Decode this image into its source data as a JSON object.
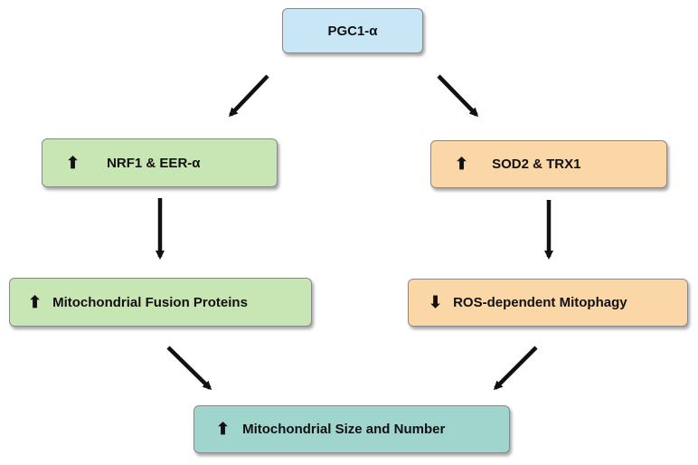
{
  "nodes": {
    "top": {
      "label": "PGC1-α",
      "color": "#c9e6f7"
    },
    "left_1": {
      "arrow": "up",
      "label": "NRF1 & EER-α",
      "color": "#c8e6b3"
    },
    "right_1": {
      "arrow": "up",
      "label": "SOD2 & TRX1",
      "color": "#fbd6a6"
    },
    "left_2": {
      "arrow": "up",
      "label": "Mitochondrial Fusion Proteins",
      "color": "#c8e6b3"
    },
    "right_2": {
      "arrow": "down",
      "label": "ROS-dependent Mitophagy",
      "color": "#fbd6a6"
    },
    "bottom": {
      "arrow": "up",
      "label": "Mitochondrial Size and Number",
      "color": "#9fd5cc"
    }
  },
  "edges": [
    {
      "from": "top",
      "to": "left_1"
    },
    {
      "from": "top",
      "to": "right_1"
    },
    {
      "from": "left_1",
      "to": "left_2"
    },
    {
      "from": "right_1",
      "to": "right_2"
    },
    {
      "from": "left_2",
      "to": "bottom"
    },
    {
      "from": "right_2",
      "to": "bottom"
    }
  ],
  "arrow_symbols": {
    "up": "🠕",
    "down": "🠗"
  },
  "edge_color": "#111111"
}
